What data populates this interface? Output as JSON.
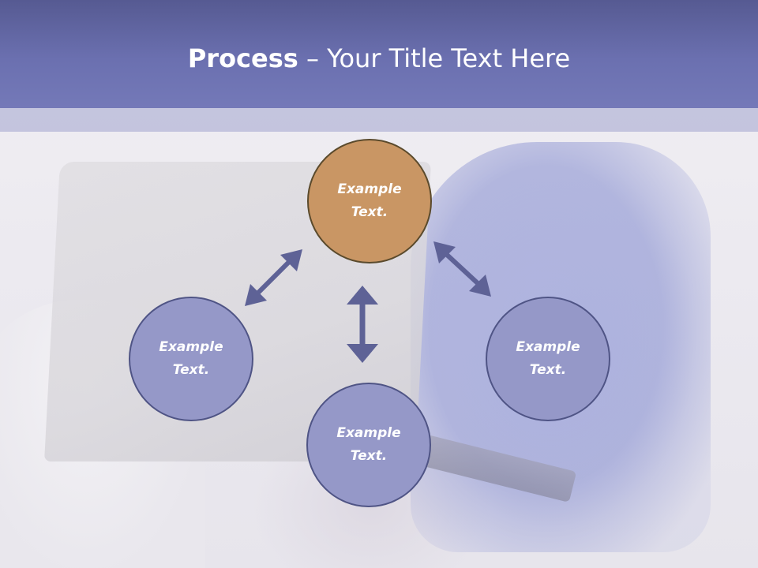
{
  "title": {
    "bold": "Process",
    "separator": " – ",
    "rest": "Your Title Text Here"
  },
  "nodes": [
    {
      "id": "top",
      "line1": "Example",
      "line2": "Text.",
      "highlight": true
    },
    {
      "id": "left",
      "line1": "Example",
      "line2": "Text.",
      "highlight": false
    },
    {
      "id": "bottom",
      "line1": "Example",
      "line2": "Text.",
      "highlight": false
    },
    {
      "id": "right",
      "line1": "Example",
      "line2": "Text.",
      "highlight": false
    }
  ],
  "colors": {
    "header": "#6b70b0",
    "node_fill": "#9598c8",
    "node_border": "#4f5485",
    "accent_fill": "#c99664",
    "arrow": "#5e6296"
  }
}
